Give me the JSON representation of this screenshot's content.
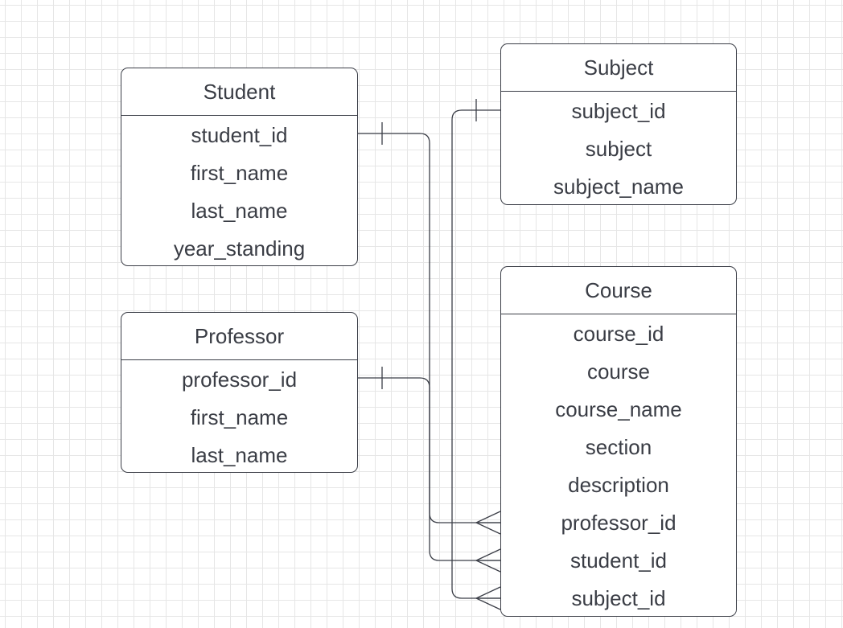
{
  "diagram": {
    "type": "er-diagram",
    "entities": {
      "student": {
        "title": "Student",
        "fields": [
          "student_id",
          "first_name",
          "last_name",
          "year_standing"
        ]
      },
      "professor": {
        "title": "Professor",
        "fields": [
          "professor_id",
          "first_name",
          "last_name"
        ]
      },
      "subject": {
        "title": "Subject",
        "fields": [
          "subject_id",
          "subject",
          "subject_name"
        ]
      },
      "course": {
        "title": "Course",
        "fields": [
          "course_id",
          "course",
          "course_name",
          "section",
          "description",
          "professor_id",
          "student_id",
          "subject_id"
        ]
      }
    },
    "relationships": [
      {
        "from_entity": "student",
        "from_field": "student_id",
        "from_cardinality": "one",
        "to_entity": "course",
        "to_field": "student_id",
        "to_cardinality": "many"
      },
      {
        "from_entity": "professor",
        "from_field": "professor_id",
        "from_cardinality": "one",
        "to_entity": "course",
        "to_field": "professor_id",
        "to_cardinality": "many"
      },
      {
        "from_entity": "subject",
        "from_field": "subject_id",
        "from_cardinality": "one",
        "to_entity": "course",
        "to_field": "subject_id",
        "to_cardinality": "many"
      }
    ]
  },
  "colors": {
    "line": "#3b3e47",
    "text": "#3a3d45",
    "grid": "#e6e6e6",
    "background": "#ffffff"
  }
}
